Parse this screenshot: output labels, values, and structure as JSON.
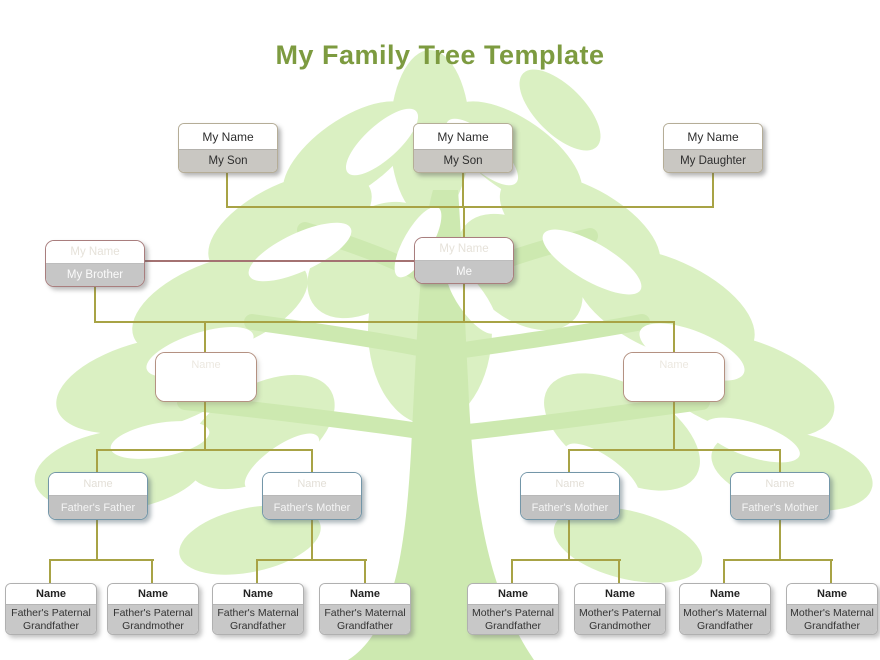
{
  "title": "My Family Tree Template",
  "colors": {
    "title": "#7d9b40",
    "connector": "#a8a345",
    "sibling-connector": "#a47272",
    "leaf": "#daf0c2",
    "trunk": "#cde9b0"
  },
  "children": [
    {
      "name": "My Name",
      "relation": "My Son"
    },
    {
      "name": "My Name",
      "relation": "My Son"
    },
    {
      "name": "My Name",
      "relation": "My Daughter"
    }
  ],
  "siblings": [
    {
      "name": "My Name",
      "relation": "My Brother"
    },
    {
      "name": "My Name",
      "relation": "Me"
    }
  ],
  "parents": [
    {
      "name": "Name",
      "relation": ""
    },
    {
      "name": "Name",
      "relation": ""
    }
  ],
  "grandparents": [
    {
      "name": "Name",
      "relation": "Father's Father"
    },
    {
      "name": "Name",
      "relation": "Father's Mother"
    },
    {
      "name": "Name",
      "relation": "Father's Mother"
    },
    {
      "name": "Name",
      "relation": "Father's Mother"
    }
  ],
  "great_grandparents": [
    {
      "name": "Name",
      "relation": "Father's Paternal Grandfather"
    },
    {
      "name": "Name",
      "relation": "Father's Paternal Grandmother"
    },
    {
      "name": "Name",
      "relation": "Father's Maternal Grandfather"
    },
    {
      "name": "Name",
      "relation": "Father's Maternal Grandfather"
    },
    {
      "name": "Name",
      "relation": "Mother's Paternal Grandfather"
    },
    {
      "name": "Name",
      "relation": "Mother's Paternal Grandmother"
    },
    {
      "name": "Name",
      "relation": "Mother's Maternal Grandfather"
    },
    {
      "name": "Name",
      "relation": "Mother's Maternal Grandfather"
    }
  ]
}
